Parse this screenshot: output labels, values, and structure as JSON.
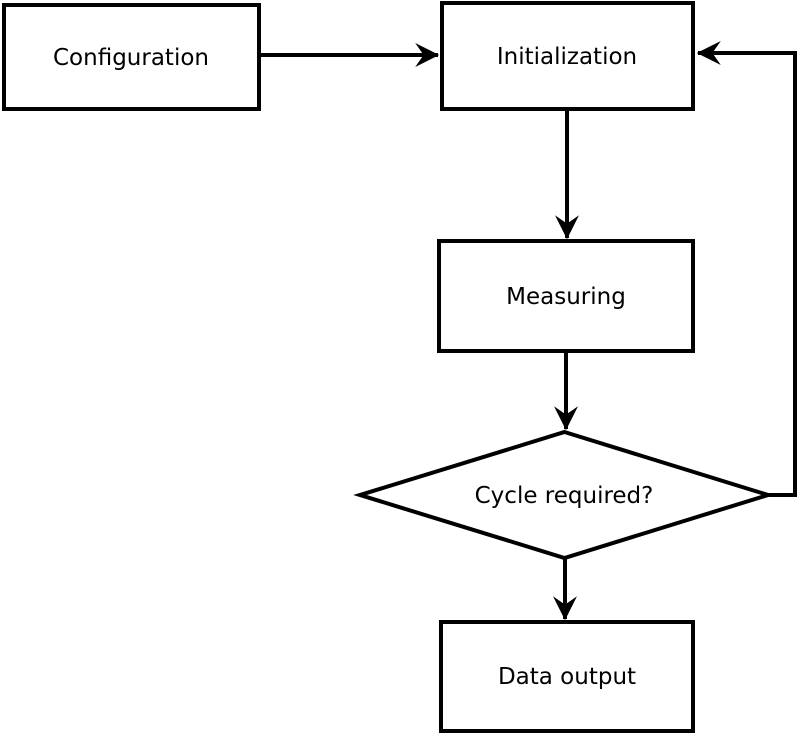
{
  "diagram": {
    "type": "flowchart",
    "background": "#ffffff",
    "colors": {
      "stroke": "#000000",
      "node_fill": "#ffffff",
      "text": "#000000"
    },
    "nodes": {
      "configuration": {
        "label": "Configuration",
        "shape": "rectangle"
      },
      "initialization": {
        "label": "Initialization",
        "shape": "rectangle"
      },
      "measuring": {
        "label": "Measuring",
        "shape": "rectangle"
      },
      "cycle_required": {
        "label": "Cycle required?",
        "shape": "diamond"
      },
      "data_output": {
        "label": "Data output",
        "shape": "rectangle"
      }
    },
    "edges": [
      {
        "from": "configuration",
        "to": "initialization",
        "style": "arrow"
      },
      {
        "from": "initialization",
        "to": "measuring",
        "style": "arrow"
      },
      {
        "from": "measuring",
        "to": "cycle_required",
        "style": "arrow"
      },
      {
        "from": "cycle_required",
        "to": "data_output",
        "style": "arrow"
      },
      {
        "from": "cycle_required",
        "to": "initialization",
        "style": "arrow-loopback-right"
      }
    ]
  }
}
